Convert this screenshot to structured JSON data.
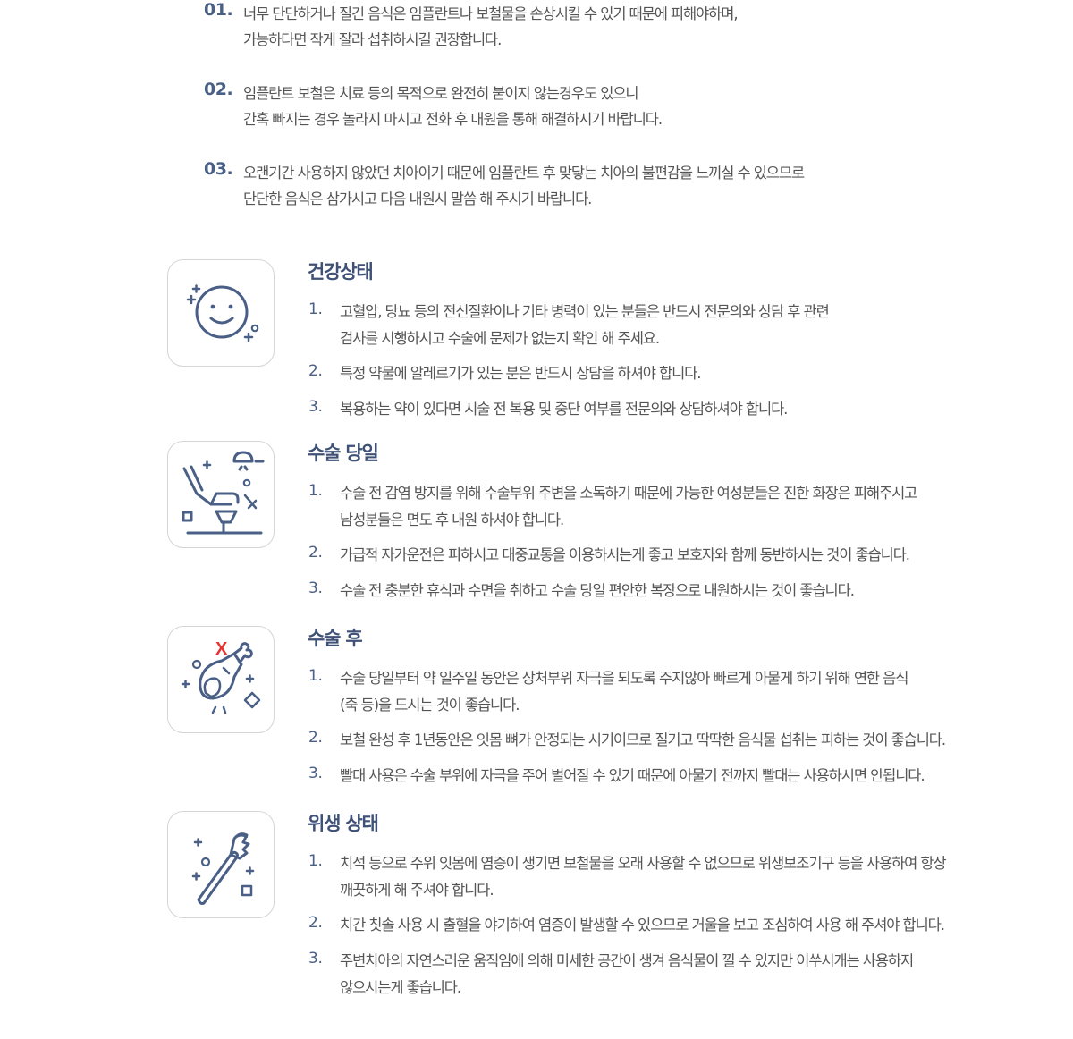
{
  "notices": [
    {
      "num": "01.",
      "lines": [
        "너무 단단하거나 질긴 음식은 임플란트나 보철물을 손상시킬 수 있기 때문에 피해야하며,",
        "가능하다면 작게 잘라 섭취하시길 권장합니다."
      ]
    },
    {
      "num": "02.",
      "lines": [
        "임플란트 보철은 치료 등의 목적으로 완전히 붙이지 않는경우도 있으니",
        "간혹 빠지는 경우 놀라지 마시고 전화 후 내원을 통해 해결하시기 바랍니다."
      ]
    },
    {
      "num": "03.",
      "lines": [
        "오랜기간 사용하지 않았던 치아이기 때문에 임플란트 후 맞닿는 치아의 불편감을 느끼실 수 있으므로",
        "단단한 음식은 삼가시고 다음 내원시 말씀 해 주시기 바랍니다."
      ]
    }
  ],
  "sections": [
    {
      "title": "건강상태",
      "icon": "smile-face-icon",
      "items": [
        {
          "num": "1.",
          "lines": [
            "고혈압, 당뇨 등의 전신질환이나 기타 병력이 있는 분들은 반드시 전문의와 상담 후 관련",
            "검사를 시행하시고 수술에 문제가 없는지 확인 해 주세요."
          ]
        },
        {
          "num": "2.",
          "lines": [
            "특정 약물에 알레르기가 있는 분은 반드시 상담을 하셔야 합니다."
          ]
        },
        {
          "num": "3.",
          "lines": [
            "복용하는 약이 있다면 시술 전 복용 및 중단 여부를 전문의와 상담하셔야 합니다."
          ]
        }
      ]
    },
    {
      "title": "수술 당일",
      "icon": "dental-chair-icon",
      "items": [
        {
          "num": "1.",
          "lines": [
            "수술 전 감염 방지를 위해 수술부위 주변을 소독하기 때문에 가능한 여성분들은 진한 화장은  피해주시고",
            "남성분들은 면도 후 내원 하셔야 합니다."
          ]
        },
        {
          "num": "2.",
          "lines": [
            "가급적 자가운전은 피하시고 대중교통을 이용하시는게 좋고 보호자와 함께 동반하시는 것이 좋습니다."
          ]
        },
        {
          "num": "3.",
          "lines": [
            "수술 전 충분한 휴식과 수면을 취하고 수술 당일 편안한 복장으로 내원하시는 것이 좋습니다."
          ]
        }
      ]
    },
    {
      "title": "수술 후",
      "icon": "no-meat-icon",
      "icon_mark": "X",
      "items": [
        {
          "num": "1.",
          "lines": [
            "수술 당일부터 약 일주일 동안은 상처부위 자극을 되도록 주지않아 빠르게 아물게 하기 위해 연한 음식",
            "(죽 등)을 드시는 것이 좋습니다."
          ]
        },
        {
          "num": "2.",
          "lines": [
            "보철 완성 후 1년동안은 잇몸 뼈가 안정되는 시기이므로 질기고 딱딱한 음식물 섭취는 피하는 것이 좋습니다."
          ]
        },
        {
          "num": "3.",
          "lines": [
            "빨대 사용은 수술 부위에 자극을 주어 벌어질 수 있기 때문에 아물기 전까지  빨대는 사용하시면 안됩니다."
          ]
        }
      ]
    },
    {
      "title": "위생 상태",
      "icon": "toothbrush-icon",
      "items": [
        {
          "num": "1.",
          "lines": [
            "치석 등으로 주위 잇몸에 염증이 생기면 보철물을 오래 사용할 수 없으므로 위생보조기구 등을 사용하여 항상",
            "깨끗하게 해 주셔야 합니다."
          ]
        },
        {
          "num": "2.",
          "lines": [
            "치간 칫솔 사용 시 출혈을 야기하여 염증이 발생할 수 있으므로 거울을 보고 조심하여 사용 해 주셔야 합니다."
          ]
        },
        {
          "num": "3.",
          "lines": [
            "주변치아의 자연스러운 움직임에 의해 미세한 공간이 생겨 음식물이 낄 수 있지만 이쑤시개는 사용하지",
            "않으시는게 좋습니다."
          ]
        }
      ]
    }
  ],
  "colors": {
    "accent": "#4a5f86",
    "title": "#3f5176",
    "text": "#555555",
    "border": "#d5d5d5",
    "mark": "#e8322f"
  }
}
